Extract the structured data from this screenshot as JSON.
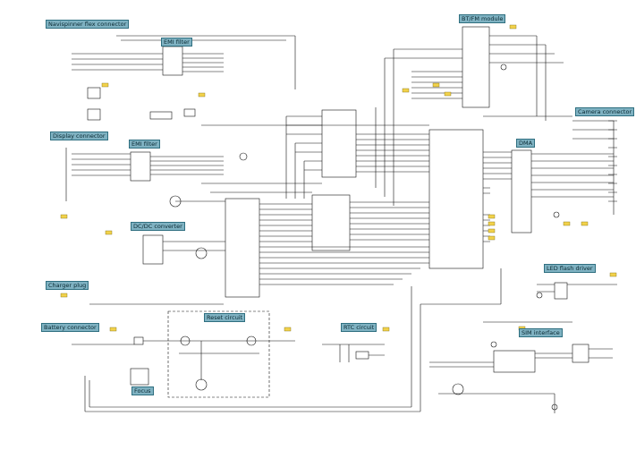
{
  "labels": {
    "navi": "Navispinner flex connector",
    "emi1": "EMI filter",
    "fmrx": "BT/FM module",
    "camera": "Camera connector",
    "display": "Display connector",
    "emi2": "EMI filter",
    "dcdc": "DC/DC converter",
    "dma": "DMA",
    "charger": "Charger plug",
    "led": "LED flash driver",
    "battery": "Battery connector",
    "reset": "Reset circuit",
    "rtc": "RTC circuit",
    "sim": "SIM interface",
    "focus": "Focus"
  }
}
